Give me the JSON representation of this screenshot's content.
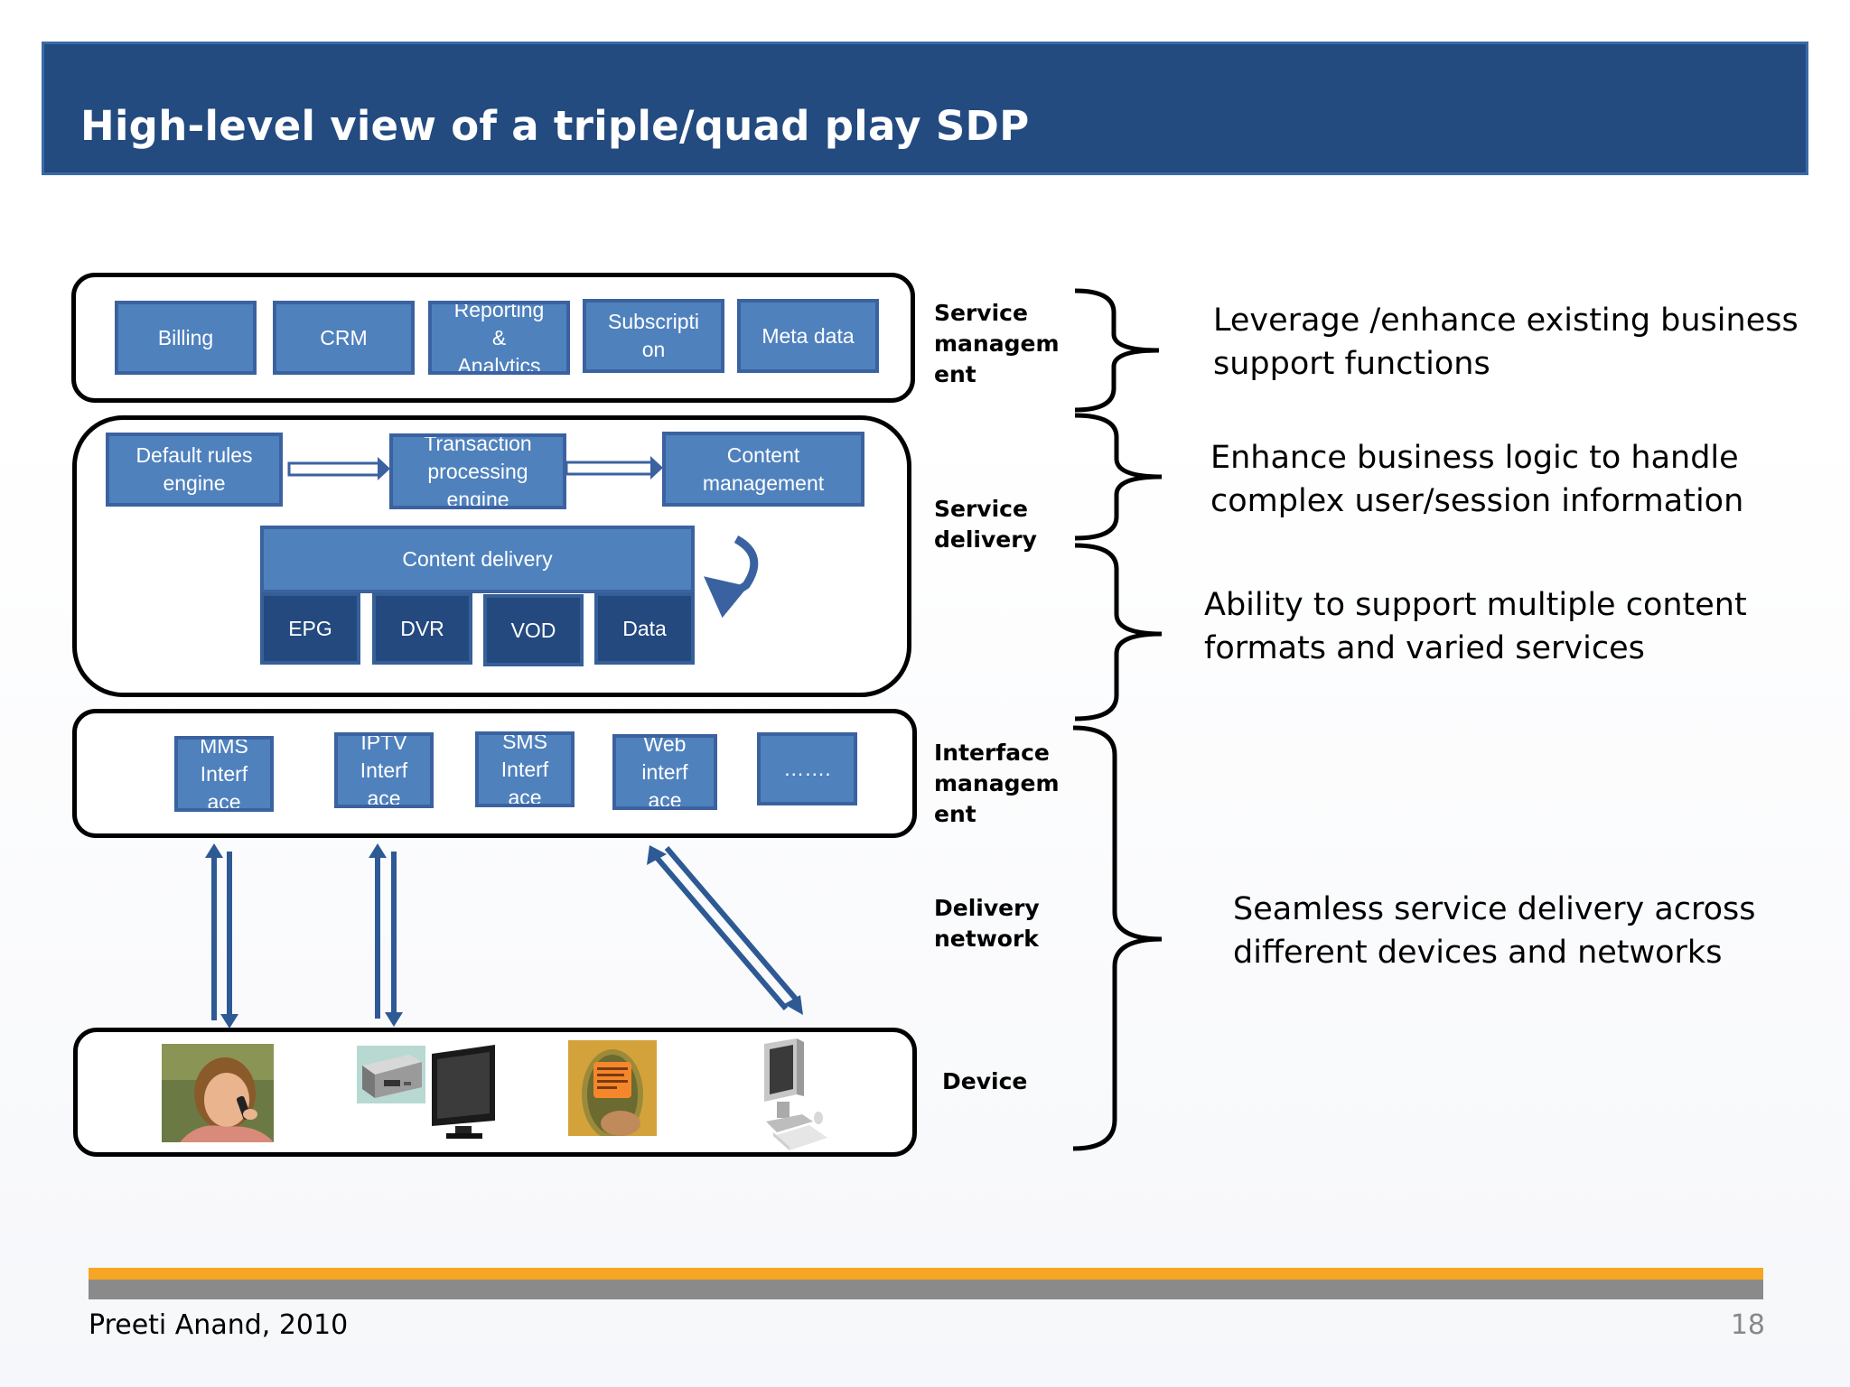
{
  "slide": {
    "title": "High-level view of a triple/quad play SDP",
    "footer_author": "Preeti Anand, 2010",
    "page_number": "18"
  },
  "service_management": {
    "label": "Service\nmanagem\nent",
    "boxes": [
      "Billing",
      "CRM",
      "Reporting\n&\nAnalytics",
      "Subscripti\non",
      "Meta data"
    ]
  },
  "service_delivery": {
    "label": "Service\ndelivery",
    "default_rules": "Default rules\nengine",
    "transaction": "Transaction\nprocessing\nengine",
    "content_management": "Content\nmanagement",
    "content_delivery": "Content delivery",
    "sub_boxes": [
      "EPG",
      "DVR",
      "VOD",
      "Data"
    ]
  },
  "interface_management": {
    "label": "Interface\nmanagem\nent",
    "boxes": [
      "MMS\nInterf\nace",
      "IPTV\nInterf\nace",
      "SMS\nInterf\nace",
      "Web\ninterf\nace",
      "……."
    ]
  },
  "delivery_network": {
    "label": "Delivery\nnetwork"
  },
  "device": {
    "label": "Device"
  },
  "descriptions": [
    "Leverage /enhance existing business\nsupport functions",
    "Enhance business logic to handle\ncomplex user/session information",
    "Ability to support multiple content\nformats and varied services",
    "Seamless service delivery across\ndifferent devices and networks"
  ],
  "colors": {
    "title_bar": "#234b80",
    "box_fill": "#4f81bd",
    "box_dark": "#24497e",
    "accent_orange": "#f5a623",
    "accent_gray": "#8a8a8a"
  }
}
